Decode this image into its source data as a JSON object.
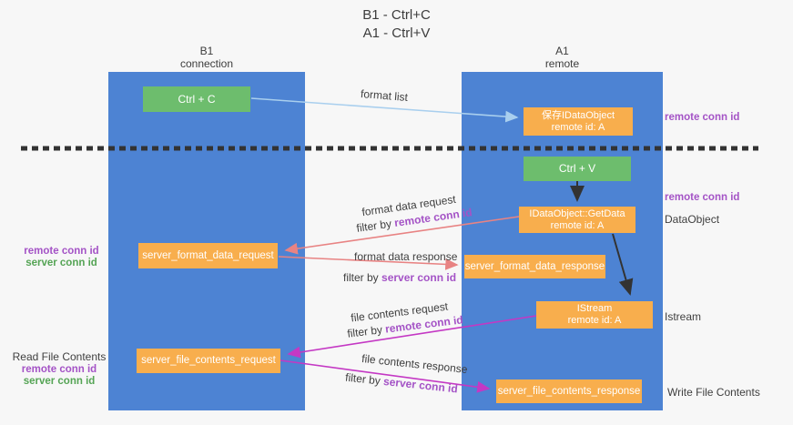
{
  "title": {
    "line1": "B1 - Ctrl+C",
    "line2": "A1 - Ctrl+V"
  },
  "columns": {
    "left": {
      "name": "B1",
      "role": "connection"
    },
    "right": {
      "name": "A1",
      "role": "remote"
    }
  },
  "nodes": {
    "ctrl_c": {
      "label": "Ctrl + C"
    },
    "ctrl_v": {
      "label": "Ctrl + V"
    },
    "save_dataobject": {
      "line1": "保存IDataObject",
      "line2": "remote id: A"
    },
    "getdata": {
      "line1": "IDataObject::GetData",
      "line2": "remote id: A"
    },
    "istream": {
      "line1": "IStream",
      "line2": "remote id: A"
    },
    "format_request": {
      "label": "server_format_data_request"
    },
    "format_response": {
      "label": "server_format_data_response"
    },
    "file_request": {
      "label": "server_file_contents_request"
    },
    "file_response": {
      "label": "server_file_contents_response"
    }
  },
  "arrow_labels": {
    "format_list": "format list",
    "format_data_request": "format data request",
    "format_data_response": "format data response",
    "file_contents_request": "file contents request",
    "file_contents_response": "file contents response",
    "filter_prefix": "filter by ",
    "remote_conn_id": "remote conn id",
    "server_conn_id": "server conn id"
  },
  "side_labels": {
    "right_remote_conn_id_top": "remote conn id",
    "right_remote_conn_id_mid": "remote conn id",
    "right_dataobject": "DataObject",
    "right_istream": "Istream",
    "right_write_file_contents": "Write File Contents",
    "left_remote_conn_id_1": "remote conn id",
    "left_server_conn_id_1": "server conn id",
    "left_read_file_contents": "Read File Contents",
    "left_remote_conn_id_2": "remote conn id",
    "left_server_conn_id_2": "server conn id"
  },
  "colors": {
    "background": "#f7f7f7",
    "column_blue": "#4d83d3",
    "box_green": "#6dbd6d",
    "box_orange": "#f8ae4d",
    "purple_text": "#a453c6",
    "green_text": "#55a455",
    "arrow_lightblue": "#a9cfee",
    "arrow_salmon": "#e88383",
    "arrow_magenta": "#c438c4",
    "arrow_black": "#333333",
    "text_dark": "#3c3c3c"
  }
}
